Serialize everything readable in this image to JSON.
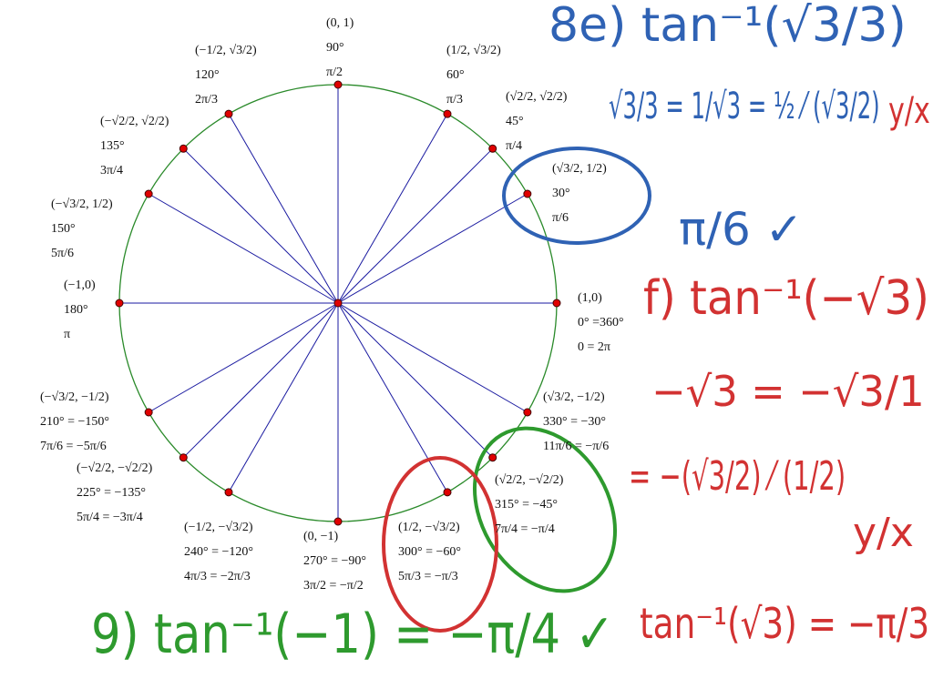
{
  "colors": {
    "circle": "#2a8a2a",
    "radius": "#1a1aa0",
    "point": "#e00000",
    "blue_ink": "#2f62b4",
    "red_ink": "#d23232",
    "green_ink": "#2e9a2e"
  },
  "angles": [
    0,
    30,
    45,
    60,
    90,
    120,
    135,
    150,
    180,
    210,
    225,
    240,
    270,
    300,
    315,
    330
  ],
  "labels": {
    "a90": [
      "(0, 1)",
      "90°",
      "π/2"
    ],
    "a120": [
      "(−1/2, √3/2)",
      "120°",
      "2π/3"
    ],
    "a60": [
      "(1/2, √3/2)",
      "60°",
      "π/3"
    ],
    "a45": [
      "(√2/2, √2/2)",
      "45°",
      "π/4"
    ],
    "a135": [
      "(−√2/2, √2/2)",
      "135°",
      "3π/4"
    ],
    "a30": [
      "(√3/2, 1/2)",
      "30°",
      "π/6"
    ],
    "a150": [
      "(−√3/2, 1/2)",
      "150°",
      "5π/6"
    ],
    "a180": [
      "(−1,0)",
      "180°",
      "π"
    ],
    "a0": [
      "(1,0)",
      "0° =360°",
      "0 = 2π"
    ],
    "a210": [
      "(−√3/2, −1/2)",
      "210° = −150°",
      "7π/6 = −5π/6"
    ],
    "a330": [
      "(√3/2, −1/2)",
      "330° = −30°",
      "11π/6 = −π/6"
    ],
    "a225": [
      "(−√2/2, −√2/2)",
      "225° = −135°",
      "5π/4 = −3π/4"
    ],
    "a315": [
      "(√2/2, −√2/2)",
      "315° = −45°",
      "7π/4 = −π/4"
    ],
    "a240": [
      "(−1/2, −√3/2)",
      "240° = −120°",
      "4π/3 = −2π/3"
    ],
    "a270": [
      "(0, −1)",
      "270° = −90°",
      "3π/2 = −π/2"
    ],
    "a300": [
      "(1/2, −√3/2)",
      "300° = −60°",
      "5π/3 = −π/3"
    ]
  },
  "handwriting": {
    "p8e_title": "8e) tan⁻¹(√3/3)",
    "p8e_step": "√3/3 = 1/√3 = ½ ⁄ (√3/2)",
    "p8e_yx": "y/x",
    "p8e_answer": "π/6 ✓",
    "pf_title": "f) tan⁻¹(−√3)",
    "pf_step1": "−√3 = −√3/1",
    "pf_step2": "= −(√3/2) ⁄ (1/2)",
    "pf_yx": "y/x",
    "pf_answer": "tan⁻¹(√3) = −π/3",
    "p9": "9) tan⁻¹(−1) = −π/4 ✓"
  }
}
